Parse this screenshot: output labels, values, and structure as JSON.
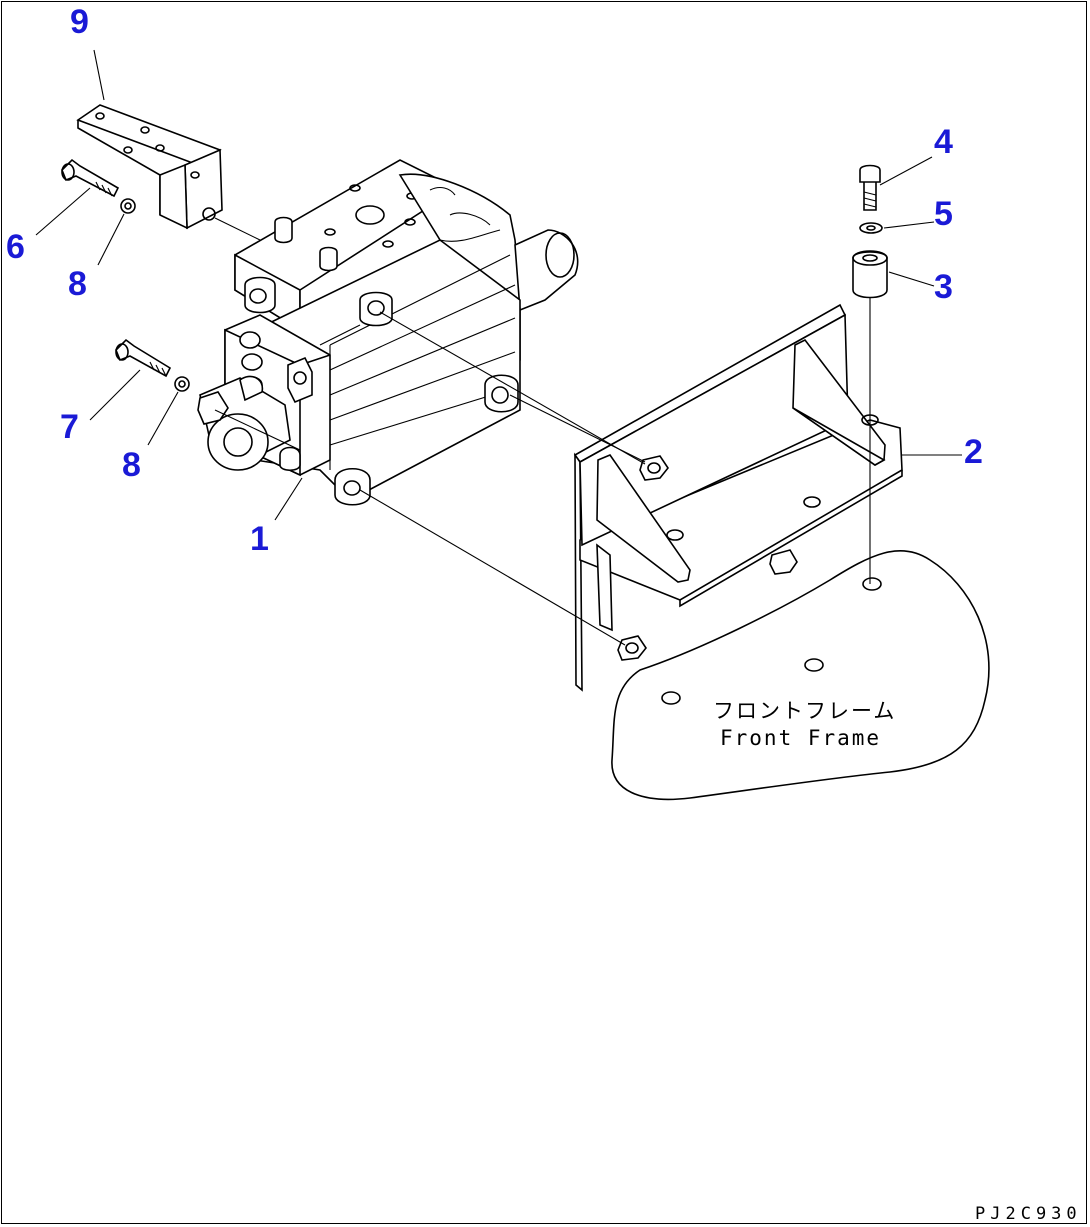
{
  "callouts": [
    {
      "id": "1",
      "text": "1"
    },
    {
      "id": "2",
      "text": "2"
    },
    {
      "id": "3",
      "text": "3"
    },
    {
      "id": "4",
      "text": "4"
    },
    {
      "id": "5",
      "text": "5"
    },
    {
      "id": "6",
      "text": "6"
    },
    {
      "id": "7",
      "text": "7"
    },
    {
      "id": "8a",
      "text": "8"
    },
    {
      "id": "8b",
      "text": "8"
    },
    {
      "id": "9",
      "text": "9"
    }
  ],
  "frame_label": {
    "japanese": "フロントフレーム",
    "english": "Front Frame"
  },
  "drawing_code": "PJ2C930",
  "colors": {
    "callout": "#1a1ad6",
    "line": "#000000",
    "background": "#ffffff"
  }
}
